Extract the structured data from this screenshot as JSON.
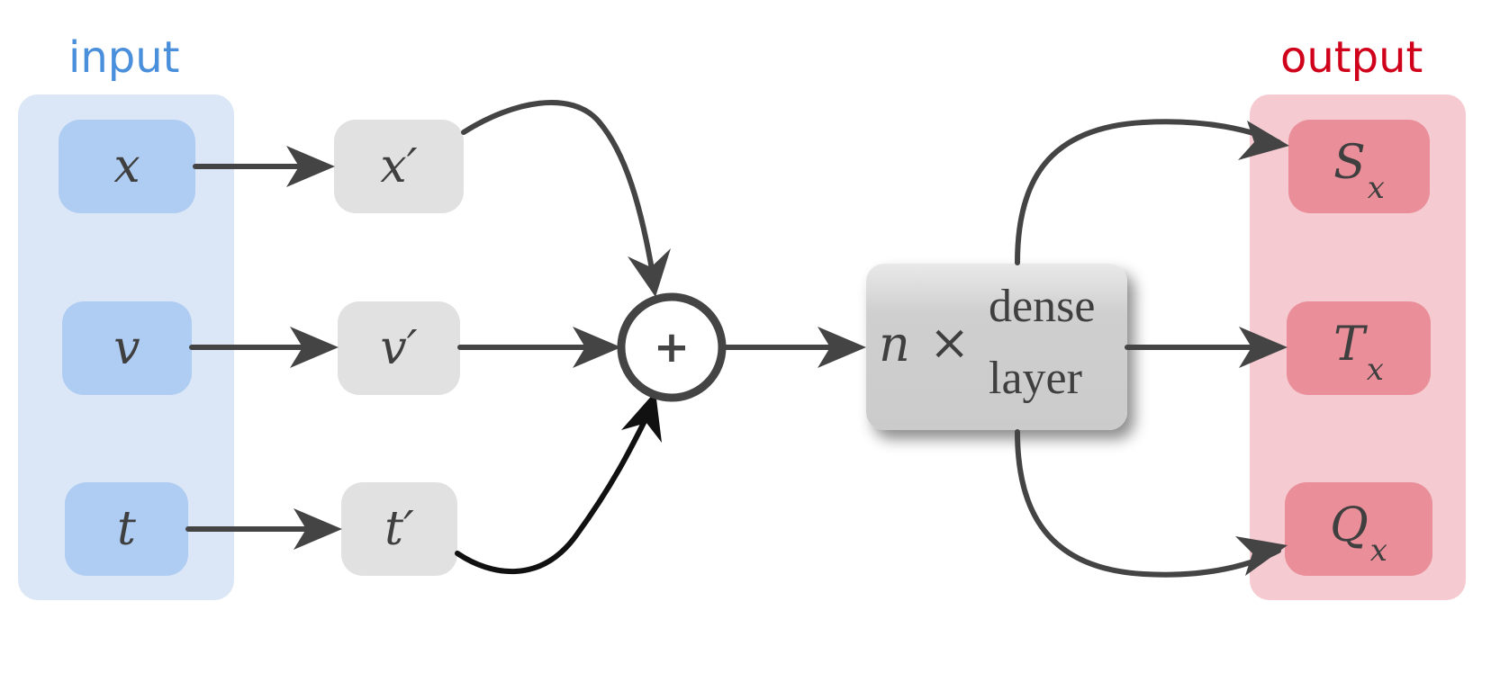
{
  "headings": {
    "input": "input",
    "output": "output"
  },
  "inputs": [
    {
      "label": "x"
    },
    {
      "label": "v"
    },
    {
      "label": "t"
    }
  ],
  "embedded": [
    {
      "label": "x′"
    },
    {
      "label": "v′"
    },
    {
      "label": "t′"
    }
  ],
  "sum_node": {
    "symbol": "+"
  },
  "dense_block": {
    "n": "n",
    "times": "×",
    "line1": "dense",
    "line2": "layer"
  },
  "outputs": [
    {
      "base": "S",
      "sub": "x"
    },
    {
      "base": "T",
      "sub": "x"
    },
    {
      "base": "Q",
      "sub": "x"
    }
  ],
  "colors": {
    "input_heading": "#4a8fdc",
    "output_heading": "#d0021b",
    "input_panel": "#dbe7f7",
    "output_panel": "#f5cbd1",
    "input_node": "#afcdf2",
    "embed_node": "#e1e1e1",
    "output_node": "#ea8f99",
    "arrow": "#444444"
  }
}
